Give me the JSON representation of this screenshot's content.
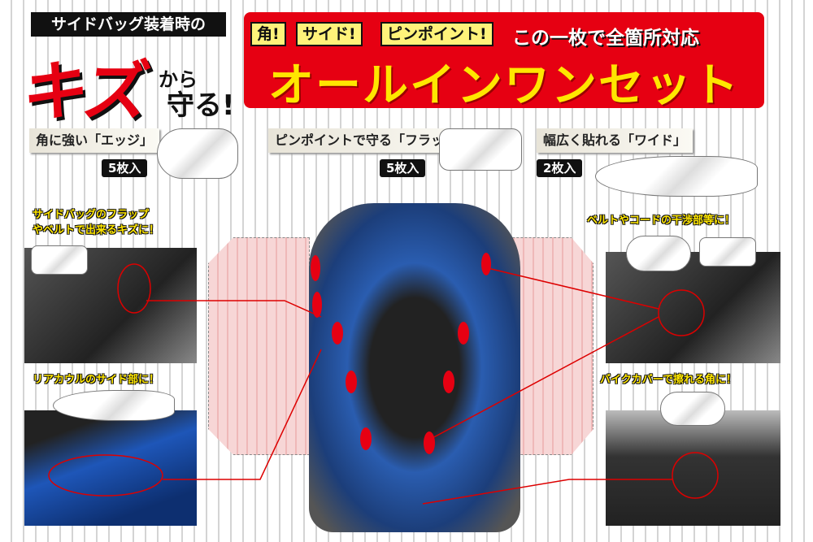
{
  "headline": {
    "top": "サイドバッグ装着時の",
    "kizu": "キズ",
    "kara": "から",
    "mamoru": "守る!"
  },
  "banner": {
    "tags": [
      "角!",
      "サイド!",
      "ピンポイント!"
    ],
    "subtitle": "この一枚で全箇所対応",
    "title": "オールインワンセット",
    "color": "#e60012",
    "title_color": "#ffe600"
  },
  "products": [
    {
      "label": "角に強い「エッジ」",
      "count": "5枚入"
    },
    {
      "label": "ピンポイントで守る「フラット」",
      "count": "5枚入"
    },
    {
      "label": "幅広く貼れる「ワイド」",
      "count": "2枚入"
    }
  ],
  "callouts": {
    "flap": [
      "サイドバッグのフラップ",
      "やベルトで出来るキズに！"
    ],
    "rear": "リアカウルのサイド部に！",
    "belt": "ベルトやコードの干渉部等に！",
    "cover": "バイクカバーで擦れる角に！"
  }
}
